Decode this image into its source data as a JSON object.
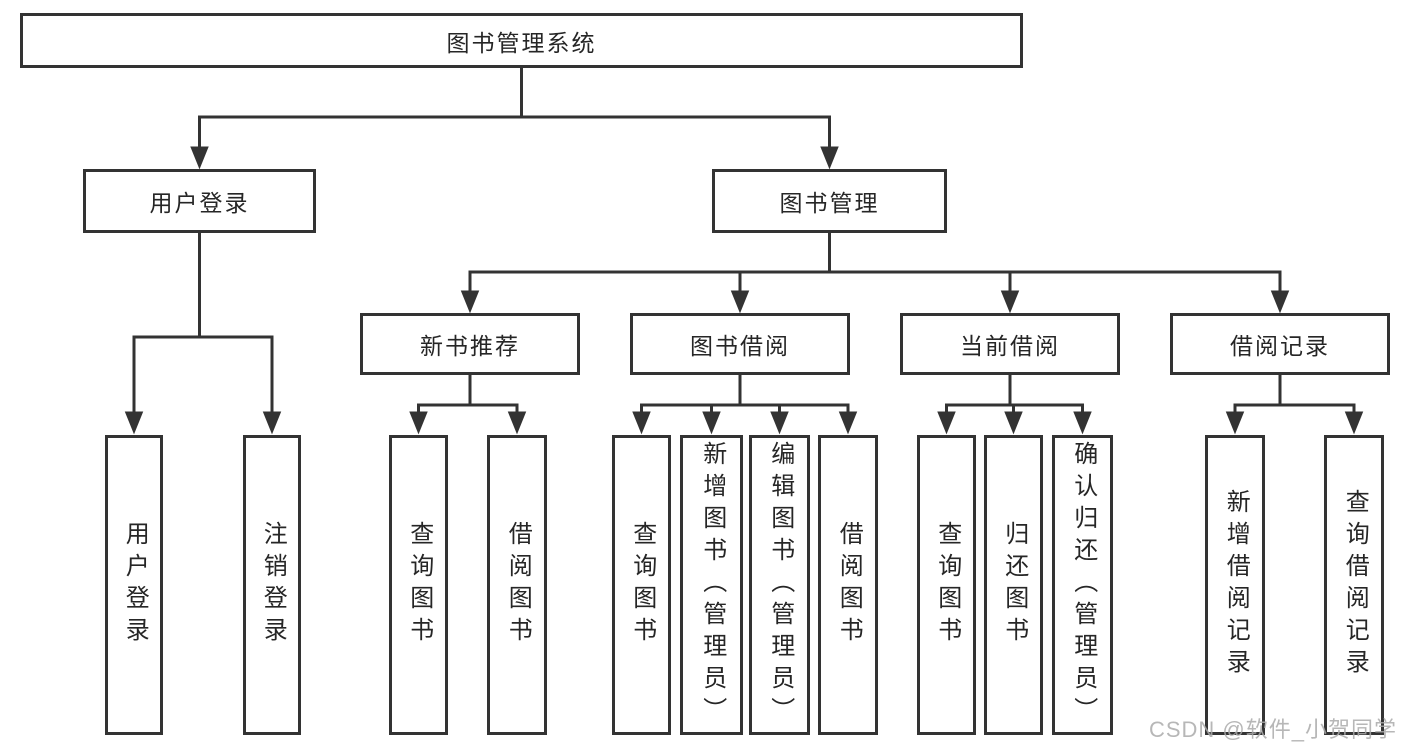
{
  "tree": {
    "root": {
      "label": "图书管理系统",
      "children": [
        {
          "label": "用户登录",
          "children": [
            {
              "label": "用户登录"
            },
            {
              "label": "注销登录"
            }
          ]
        },
        {
          "label": "图书管理",
          "children": [
            {
              "label": "新书推荐",
              "children": [
                {
                  "label": "查询图书"
                },
                {
                  "label": "借阅图书"
                }
              ]
            },
            {
              "label": "图书借阅",
              "children": [
                {
                  "label": "查询图书"
                },
                {
                  "label": "新增图书（管理员）"
                },
                {
                  "label": "编辑图书（管理员）"
                },
                {
                  "label": "借阅图书"
                }
              ]
            },
            {
              "label": "当前借阅",
              "children": [
                {
                  "label": "查询图书"
                },
                {
                  "label": "归还图书"
                },
                {
                  "label": "确认归还（管理员）"
                }
              ]
            },
            {
              "label": "借阅记录",
              "children": [
                {
                  "label": "新增借阅记录"
                },
                {
                  "label": "查询借阅记录"
                }
              ]
            }
          ]
        }
      ]
    }
  },
  "watermark": "CSDN @软件_小贺同学",
  "colors": {
    "line": "#333333",
    "border": "#333333",
    "text": "#262626",
    "background": "#ffffff",
    "watermark": "#aaaaaa"
  }
}
